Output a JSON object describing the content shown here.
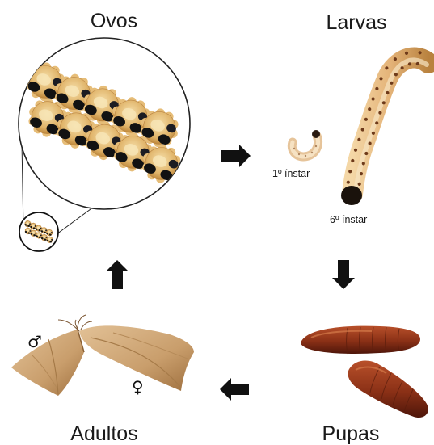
{
  "stages": {
    "eggs": "Ovos",
    "larvae": "Larvas",
    "pupae": "Pupas",
    "adults": "Adultos"
  },
  "larva_labels": {
    "first_instar": "1º ínstar",
    "sixth_instar": "6º ínstar"
  },
  "sex_symbols": {
    "male": "♂",
    "female": "♀"
  },
  "arrows": [
    "right",
    "down",
    "left",
    "up"
  ],
  "colors": {
    "text": "#1a1a1a",
    "arrow": "#111111",
    "egg_shell": "#e0b46a",
    "egg_dark": "#121212",
    "larva": "#e4b378",
    "pupa": "#8a3016",
    "moth": "#c99e6c"
  }
}
